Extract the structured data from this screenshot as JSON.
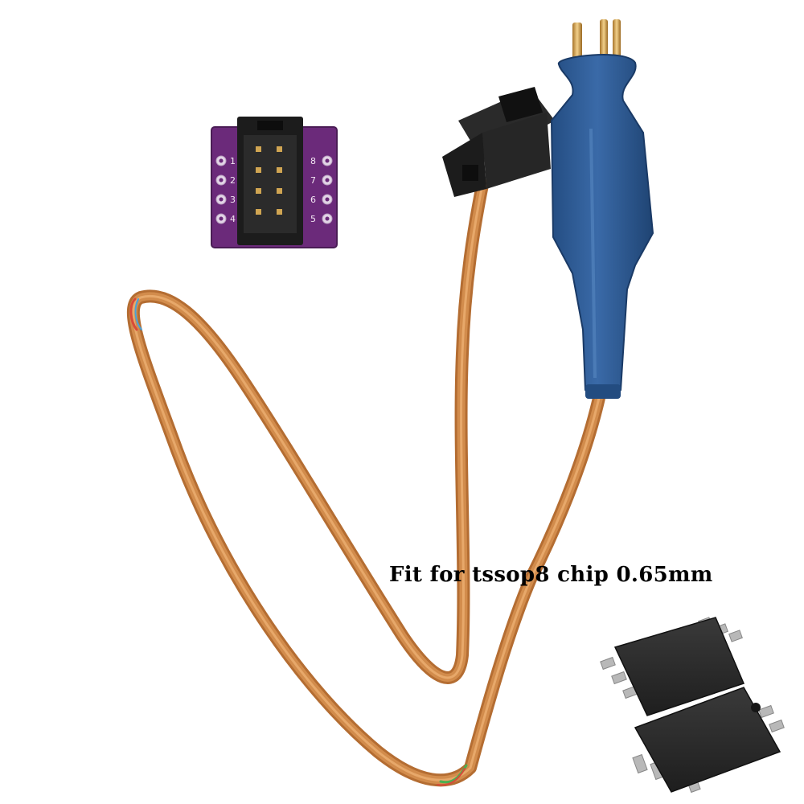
{
  "caption": {
    "text": "Fit for tssop8 chip 0.65mm"
  },
  "adapter_board": {
    "pin_labels_left": [
      "1",
      "2",
      "3",
      "4"
    ],
    "pin_labels_right": [
      "8",
      "7",
      "6",
      "5"
    ]
  },
  "colors": {
    "background": "#ffffff",
    "pcb": "#6b2a7a",
    "header": "#1c1c1c",
    "probe": "#2f5e9a",
    "ribbon": "#c9803f",
    "pins": "#d8a24a",
    "chip": "#2a2a2a",
    "caption": "#000000"
  }
}
